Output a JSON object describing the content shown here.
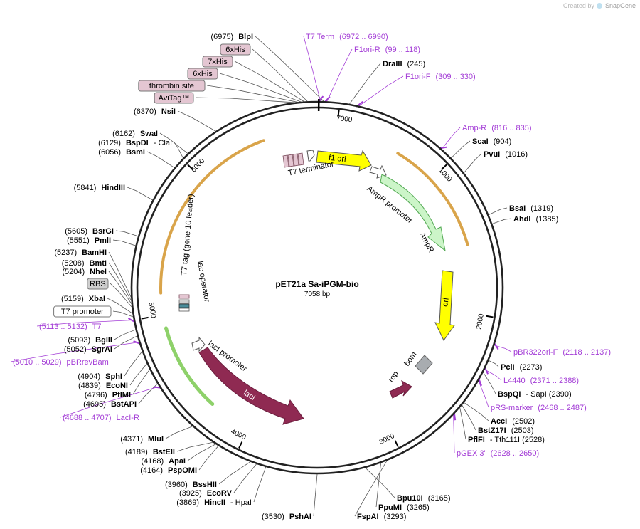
{
  "plasmid": {
    "name": "pET21a Sa-iPGM-bio",
    "length": 7058,
    "length_label": "7058 bp"
  },
  "watermark": {
    "created_by": "Created by",
    "brand": "SnapGene"
  },
  "colors": {
    "primer": "#a33cd6",
    "enzyme": "#000000",
    "feature_tag": "#e4c6d2",
    "rbs": "#cfcfcf",
    "lacI": "#8f2a52",
    "ampR": "#ccf5c8",
    "f1ori": "#ffff00",
    "ori": "#ffff00",
    "bom": "#a8acb0",
    "arc_orange": "#d9a44a",
    "arc_green": "#8ed16a"
  },
  "ruler_ticks": [
    "1000",
    "2000",
    "3000",
    "4000",
    "5000",
    "6000",
    "7000"
  ],
  "features": [
    {
      "id": "f1ori",
      "label": "f1 ori"
    },
    {
      "id": "ampr_prom",
      "label": "AmpR promoter"
    },
    {
      "id": "ampr",
      "label": "AmpR"
    },
    {
      "id": "ori",
      "label": "ori"
    },
    {
      "id": "bom",
      "label": "bom"
    },
    {
      "id": "rop",
      "label": "rop"
    },
    {
      "id": "lacI",
      "label": "lacI"
    },
    {
      "id": "lacI_prom",
      "label": "lacI promoter"
    },
    {
      "id": "lac_op",
      "label": "lac operator"
    },
    {
      "id": "t7tag",
      "label": "T7 tag (gene 10 leader)"
    },
    {
      "id": "t7term",
      "label": "T7 terminator"
    }
  ],
  "labels": [
    {
      "text": "(6975)",
      "bold": "BlpI",
      "tail": "",
      "kind": "enzyme"
    },
    {
      "text": "T7 Term",
      "bold": "",
      "tail": "(6972 .. 6990)",
      "kind": "primer"
    },
    {
      "text": "F1ori-R",
      "bold": "",
      "tail": "(99 .. 118)",
      "kind": "primer"
    },
    {
      "text": "",
      "bold": "DraIII",
      "tail": "(245)",
      "kind": "enzyme"
    },
    {
      "text": "F1ori-F",
      "bold": "",
      "tail": "(309 .. 330)",
      "kind": "primer"
    },
    {
      "text": "6xHis",
      "bold": "",
      "tail": "",
      "kind": "tag"
    },
    {
      "text": "7xHis",
      "bold": "",
      "tail": "",
      "kind": "tag"
    },
    {
      "text": "6xHis",
      "bold": "",
      "tail": "",
      "kind": "tag"
    },
    {
      "text": "thrombin site",
      "bold": "",
      "tail": "",
      "kind": "tag"
    },
    {
      "text": "AviTag™",
      "bold": "",
      "tail": "",
      "kind": "tag"
    },
    {
      "text": "(6370)",
      "bold": "NsiI",
      "tail": "",
      "kind": "enzyme"
    },
    {
      "text": "Amp-R",
      "bold": "",
      "tail": "(816 .. 835)",
      "kind": "primer"
    },
    {
      "text": "",
      "bold": "ScaI",
      "tail": "(904)",
      "kind": "enzyme"
    },
    {
      "text": "",
      "bold": "PvuI",
      "tail": "(1016)",
      "kind": "enzyme"
    },
    {
      "text": "(6162)",
      "bold": "SwaI",
      "tail": "",
      "kind": "enzyme"
    },
    {
      "text": "(6129)",
      "bold": "BspDI",
      "tail": "- ClaI",
      "kind": "enzyme"
    },
    {
      "text": "(6056)",
      "bold": "BsmI",
      "tail": "",
      "kind": "enzyme"
    },
    {
      "text": "(5841)",
      "bold": "HindIII",
      "tail": "",
      "kind": "enzyme"
    },
    {
      "text": "",
      "bold": "BsaI",
      "tail": "(1319)",
      "kind": "enzyme"
    },
    {
      "text": "",
      "bold": "AhdI",
      "tail": "(1385)",
      "kind": "enzyme"
    },
    {
      "text": "(5605)",
      "bold": "BsrGI",
      "tail": "",
      "kind": "enzyme"
    },
    {
      "text": "(5551)",
      "bold": "PmlI",
      "tail": "",
      "kind": "enzyme"
    },
    {
      "text": "(5237)",
      "bold": "BamHI",
      "tail": "",
      "kind": "enzyme"
    },
    {
      "text": "(5208)",
      "bold": "BmtI",
      "tail": "",
      "kind": "enzyme"
    },
    {
      "text": "(5204)",
      "bold": "NheI",
      "tail": "",
      "kind": "enzyme"
    },
    {
      "text": "RBS",
      "bold": "",
      "tail": "",
      "kind": "rbs"
    },
    {
      "text": "(5159)",
      "bold": "XbaI",
      "tail": "",
      "kind": "enzyme"
    },
    {
      "text": "T7 promoter",
      "bold": "",
      "tail": "",
      "kind": "promoter"
    },
    {
      "text": "(5113 .. 5132)",
      "bold": "",
      "tail": "T7",
      "kind": "primer"
    },
    {
      "text": "(5093)",
      "bold": "BglII",
      "tail": "",
      "kind": "enzyme"
    },
    {
      "text": "(5052)",
      "bold": "SgrAI",
      "tail": "",
      "kind": "enzyme"
    },
    {
      "text": "(5010 .. 5029)",
      "bold": "",
      "tail": "pBRrevBam",
      "kind": "primer"
    },
    {
      "text": "(4904)",
      "bold": "SphI",
      "tail": "",
      "kind": "enzyme"
    },
    {
      "text": "(4839)",
      "bold": "EcoNI",
      "tail": "",
      "kind": "enzyme"
    },
    {
      "text": "(4796)",
      "bold": "PflMI",
      "tail": "",
      "kind": "enzyme"
    },
    {
      "text": "(4695)",
      "bold": "BstAPI",
      "tail": "",
      "kind": "enzyme"
    },
    {
      "text": "(4688 .. 4707)",
      "bold": "",
      "tail": "LacI-R",
      "kind": "primer"
    },
    {
      "text": "pBR322ori-F",
      "bold": "",
      "tail": "(2118 .. 2137)",
      "kind": "primer"
    },
    {
      "text": "",
      "bold": "PciI",
      "tail": "(2273)",
      "kind": "enzyme"
    },
    {
      "text": "L4440",
      "bold": "",
      "tail": "(2371 .. 2388)",
      "kind": "primer"
    },
    {
      "text": "",
      "bold": "BspQI",
      "tail": "- SapI   (2390)",
      "kind": "enzyme"
    },
    {
      "text": "pRS-marker",
      "bold": "",
      "tail": "(2468 .. 2487)",
      "kind": "primer"
    },
    {
      "text": "",
      "bold": "AccI",
      "tail": "(2502)",
      "kind": "enzyme"
    },
    {
      "text": "",
      "bold": "BstZ17I",
      "tail": "(2503)",
      "kind": "enzyme"
    },
    {
      "text": "",
      "bold": "PflFI",
      "tail": "- Tth111I   (2528)",
      "kind": "enzyme"
    },
    {
      "text": "pGEX 3'",
      "bold": "",
      "tail": "(2628 .. 2650)",
      "kind": "primer"
    },
    {
      "text": "(4371)",
      "bold": "MluI",
      "tail": "",
      "kind": "enzyme"
    },
    {
      "text": "(4189)",
      "bold": "BstEII",
      "tail": "",
      "kind": "enzyme"
    },
    {
      "text": "(4168)",
      "bold": "ApaI",
      "tail": "",
      "kind": "enzyme"
    },
    {
      "text": "(4164)",
      "bold": "PspOMI",
      "tail": "",
      "kind": "enzyme"
    },
    {
      "text": "(3960)",
      "bold": "BssHII",
      "tail": "",
      "kind": "enzyme"
    },
    {
      "text": "(3925)",
      "bold": "EcoRV",
      "tail": "",
      "kind": "enzyme"
    },
    {
      "text": "(3869)",
      "bold": "HincII",
      "tail": "- HpaI",
      "kind": "enzyme"
    },
    {
      "text": "(3530)",
      "bold": "PshAI",
      "tail": "",
      "kind": "enzyme"
    },
    {
      "text": "",
      "bold": "Bpu10I",
      "tail": "(3165)",
      "kind": "enzyme"
    },
    {
      "text": "",
      "bold": "PpuMI",
      "tail": "(3265)",
      "kind": "enzyme"
    },
    {
      "text": "",
      "bold": "FspAI",
      "tail": "(3293)",
      "kind": "enzyme"
    }
  ]
}
